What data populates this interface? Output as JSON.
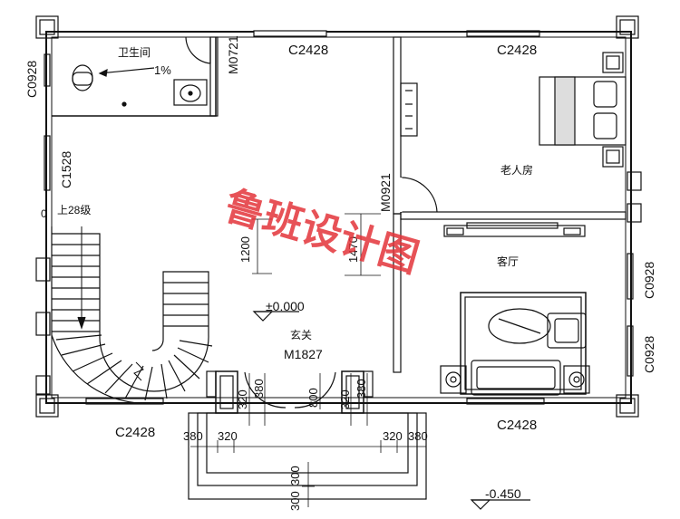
{
  "watermark": "鲁班设计图",
  "colors": {
    "line": "#111111",
    "watermark": "#e3343a",
    "background": "#ffffff"
  },
  "rooms": {
    "bathroom": "卫生间",
    "elder_room": "老人房",
    "living_room": "客厅",
    "entrance": "玄关"
  },
  "slope": "1%",
  "stairs": "上28级",
  "windows": {
    "top_left": "C2428",
    "top_right": "C2428",
    "bottom_left": "C2428",
    "bottom_right": "C2428",
    "left_top": "C0928",
    "left_mid": "C1528",
    "right_top": "C0928",
    "right_bottom": "C0928"
  },
  "doors": {
    "bath": "M0721",
    "elder": "M0921",
    "main": "M1827"
  },
  "levels": {
    "floor": "±0.000",
    "outside": "-0.450"
  },
  "dims": {
    "d1200": "1200",
    "d1470": "1470",
    "d800": "800",
    "d380_a": "380",
    "d320_a": "320",
    "d380_b": "380",
    "d320_b": "320",
    "d380_c": "380",
    "d320_c": "320",
    "d320_d": "320",
    "d380_d": "380",
    "d300_a": "300",
    "d300_b": "300"
  }
}
